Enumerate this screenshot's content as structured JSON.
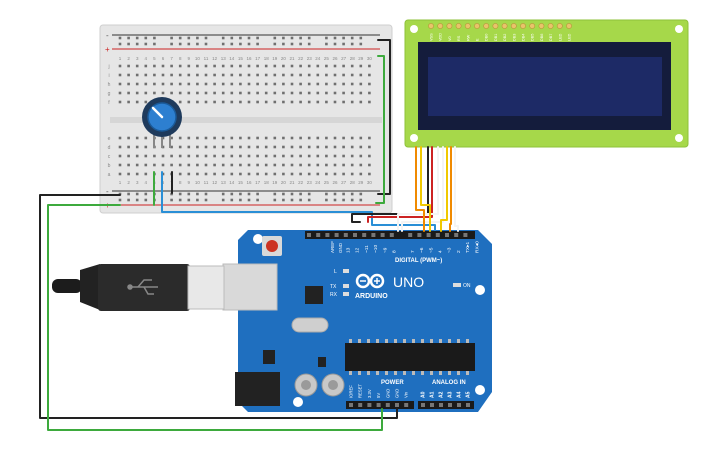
{
  "breadboard": {
    "columns": [
      "1",
      "2",
      "3",
      "4",
      "5",
      "6",
      "7",
      "8",
      "9",
      "10",
      "11",
      "12",
      "13",
      "14",
      "15",
      "16",
      "17",
      "18",
      "19",
      "20",
      "21",
      "22",
      "23",
      "24",
      "25",
      "26",
      "27",
      "28",
      "29",
      "30"
    ],
    "rows_top": [
      "j",
      "i",
      "h",
      "g",
      "f"
    ],
    "rows_bottom": [
      "e",
      "d",
      "c",
      "b",
      "a"
    ],
    "rail_minus": "-",
    "rail_plus": "+"
  },
  "lcd": {
    "pin_labels": [
      "VSS",
      "VDD",
      "V0",
      "RS",
      "RW",
      "E",
      "DB0",
      "DB1",
      "DB2",
      "DB3",
      "DB4",
      "DB5",
      "DB6",
      "DB7",
      "LED",
      "LED"
    ],
    "screen_color": "#1d2a66",
    "board_color": "#a6d84a"
  },
  "arduino": {
    "brand": "ARDUINO",
    "model": "UNO",
    "digital_header": "DIGITAL (PWM~)",
    "power_header": "POWER",
    "analog_header": "ANALOG IN",
    "on_label": "ON",
    "led_l": "L",
    "led_tx": "TX",
    "led_rx": "RX",
    "aref": "AREF",
    "gnd": "GND",
    "digital_pins": [
      "13",
      "12",
      "~11",
      "~10",
      "~9",
      "8",
      "7",
      "~6",
      "~5",
      "4",
      "~3",
      "2",
      "TX▸1",
      "RX◂0"
    ],
    "power_pins": [
      "IOREF",
      "RESET",
      "3.3V",
      "5V",
      "GND",
      "GND",
      "Vin"
    ],
    "analog_pins": [
      "A0",
      "A1",
      "A2",
      "A3",
      "A4",
      "A5"
    ],
    "board_color": "#1f6fbf"
  },
  "colors": {
    "wire_black": "#222222",
    "wire_green": "#3daa3d",
    "wire_blue": "#2a8fd6",
    "wire_red": "#cc2222",
    "wire_yellow": "#f0c800",
    "wire_orange": "#f08a00",
    "wire_white": "#f4f4f4"
  }
}
